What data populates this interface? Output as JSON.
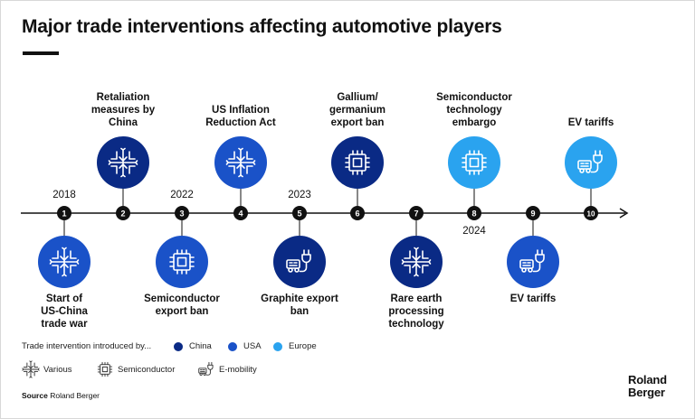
{
  "title": "Major trade interventions affecting automotive players",
  "colors": {
    "china": "#0a2a85",
    "usa": "#1a52c8",
    "europe": "#2aa3ef",
    "line": "#111111"
  },
  "events": [
    {
      "num": "1",
      "label": "Start of\nUS-China\ntrade war",
      "region": "usa",
      "icon": "various-icon",
      "side": "below",
      "year": "2018"
    },
    {
      "num": "2",
      "label": "Retaliation\nmeasures by\nChina",
      "region": "china",
      "icon": "various-icon",
      "side": "above",
      "year": ""
    },
    {
      "num": "3",
      "label": "Semiconductor\nexport ban",
      "region": "usa",
      "icon": "semiconductor-icon",
      "side": "below",
      "year": "2022"
    },
    {
      "num": "4",
      "label": "US Inflation\nReduction Act",
      "region": "usa",
      "icon": "various-icon",
      "side": "above",
      "year": ""
    },
    {
      "num": "5",
      "label": "Graphite export\nban",
      "region": "china",
      "icon": "emobility-icon",
      "side": "below",
      "year": "2023"
    },
    {
      "num": "6",
      "label": "Gallium/\ngermanium\nexport ban",
      "region": "china",
      "icon": "semiconductor-icon",
      "side": "above",
      "year": ""
    },
    {
      "num": "7",
      "label": "Rare earth\nprocessing\ntechnology",
      "region": "china",
      "icon": "various-icon",
      "side": "below",
      "year": ""
    },
    {
      "num": "8",
      "label": "Semiconductor\ntechnology\nembargo",
      "region": "europe",
      "icon": "semiconductor-icon",
      "side": "above",
      "year": "2024"
    },
    {
      "num": "9",
      "label": "EV tariffs",
      "region": "usa",
      "icon": "emobility-icon",
      "side": "below",
      "year": ""
    },
    {
      "num": "10",
      "label": "EV tariffs",
      "region": "europe",
      "icon": "emobility-icon",
      "side": "above",
      "year": ""
    }
  ],
  "legend": {
    "intro": "Trade intervention introduced by...",
    "regions": [
      {
        "key": "china",
        "label": "China"
      },
      {
        "key": "usa",
        "label": "USA"
      },
      {
        "key": "europe",
        "label": "Europe"
      }
    ],
    "categories": [
      {
        "icon": "various-icon",
        "label": "Various"
      },
      {
        "icon": "semiconductor-icon",
        "label": "Semiconductor"
      },
      {
        "icon": "emobility-icon",
        "label": "E-mobility"
      }
    ]
  },
  "source": {
    "prefix": "Source",
    "text": "Roland Berger"
  },
  "logo": {
    "line1": "Roland",
    "line2": "Berger"
  }
}
